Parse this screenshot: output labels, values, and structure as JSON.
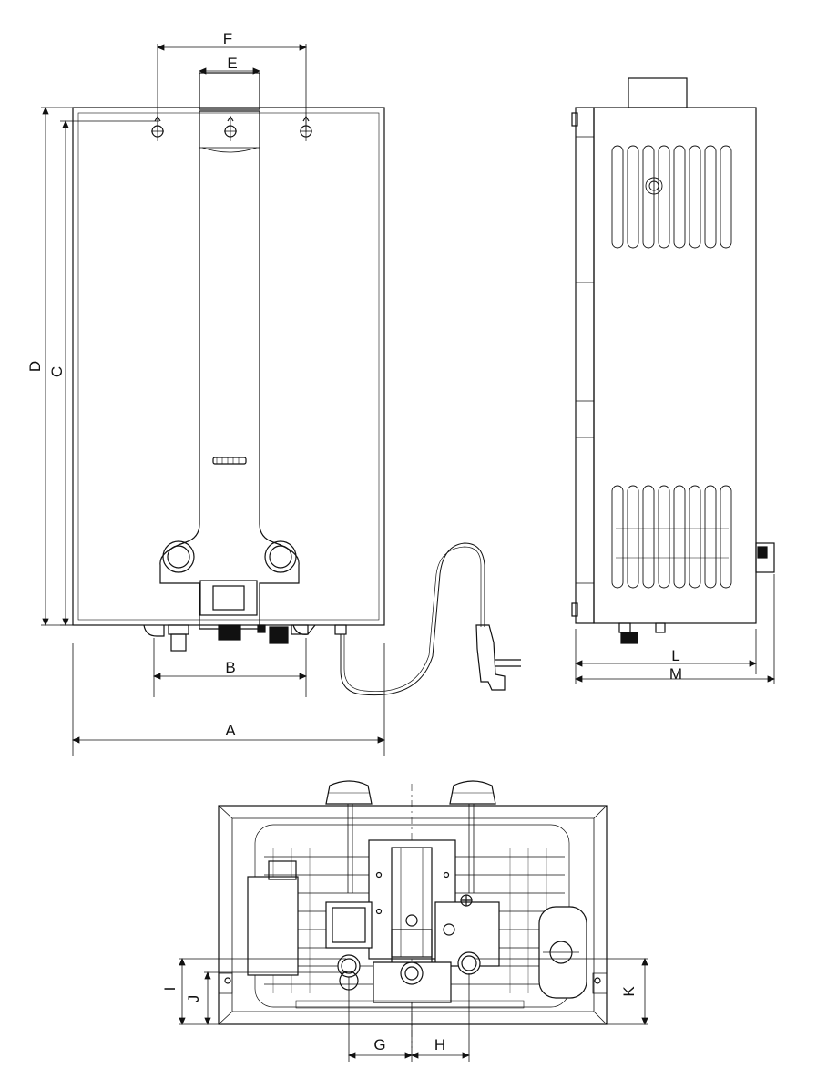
{
  "labels": {
    "A": "A",
    "B": "B",
    "C": "C",
    "D": "D",
    "E": "E",
    "F": "F",
    "G": "G",
    "H": "H",
    "I": "I",
    "J": "J",
    "K": "K",
    "L": "L",
    "M": "M"
  },
  "brand_badge": "",
  "colors": {
    "line": "#111111",
    "fill": "#ffffff",
    "dim": "#111111"
  },
  "views": [
    "front-view",
    "side-view",
    "bottom-view"
  ]
}
